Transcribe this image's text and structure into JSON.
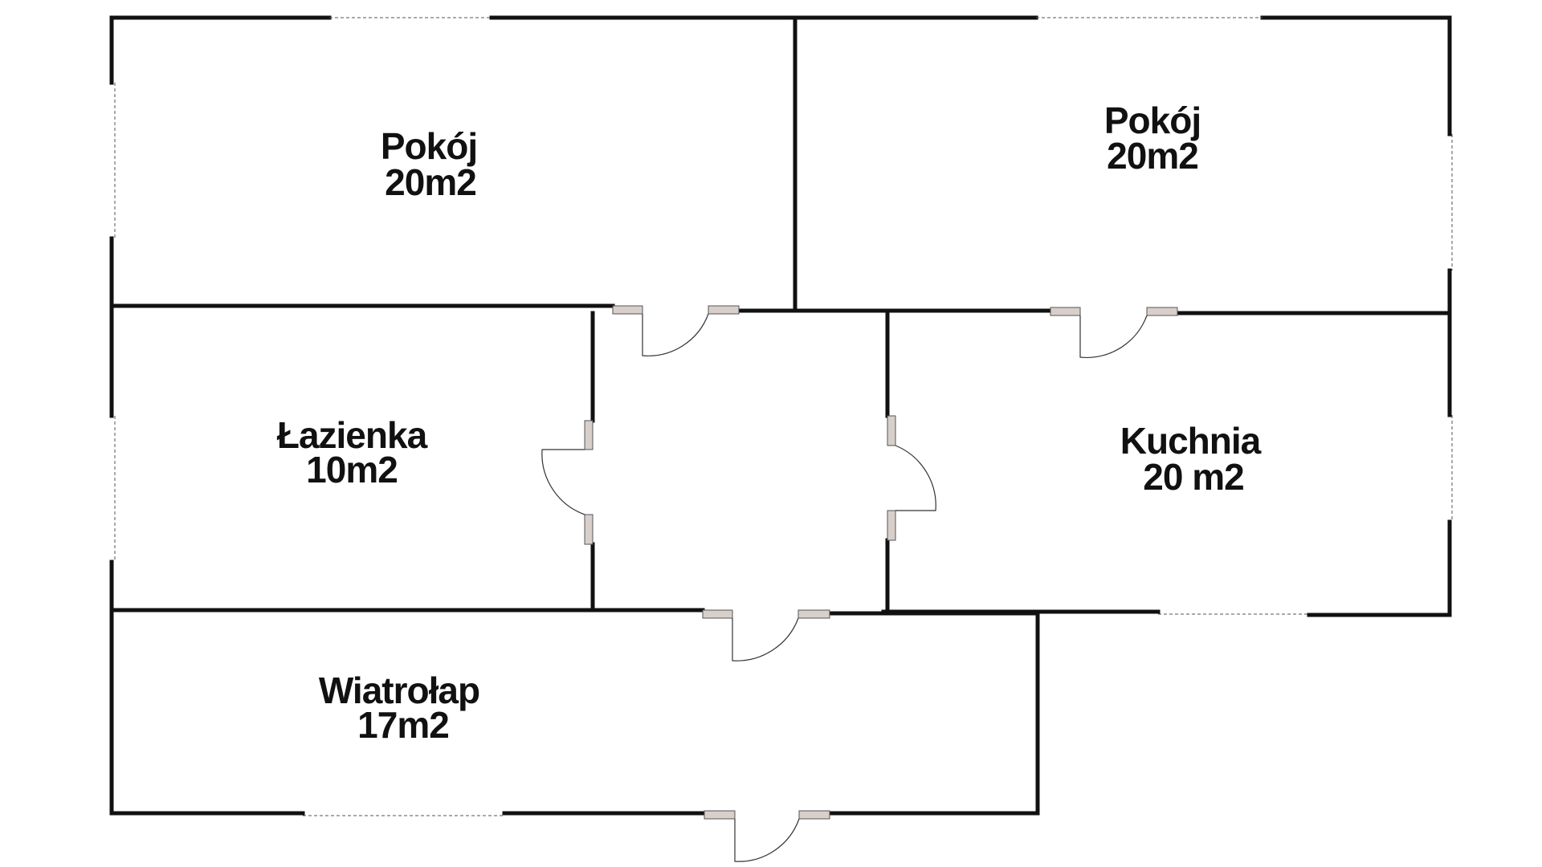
{
  "plan": {
    "rooms": [
      {
        "name": "Pokój",
        "area": "20m2"
      },
      {
        "name": "Pokój",
        "area": "20m2"
      },
      {
        "name": "Łazienka",
        "area": "10m2"
      },
      {
        "name": "Kuchnia",
        "area": "20 m2"
      },
      {
        "name": "Wiatrołap",
        "area": "17m2"
      }
    ],
    "colors": {
      "wall": "#111111",
      "door_jamb": "#d8cfcb",
      "background": "#ffffff"
    }
  }
}
